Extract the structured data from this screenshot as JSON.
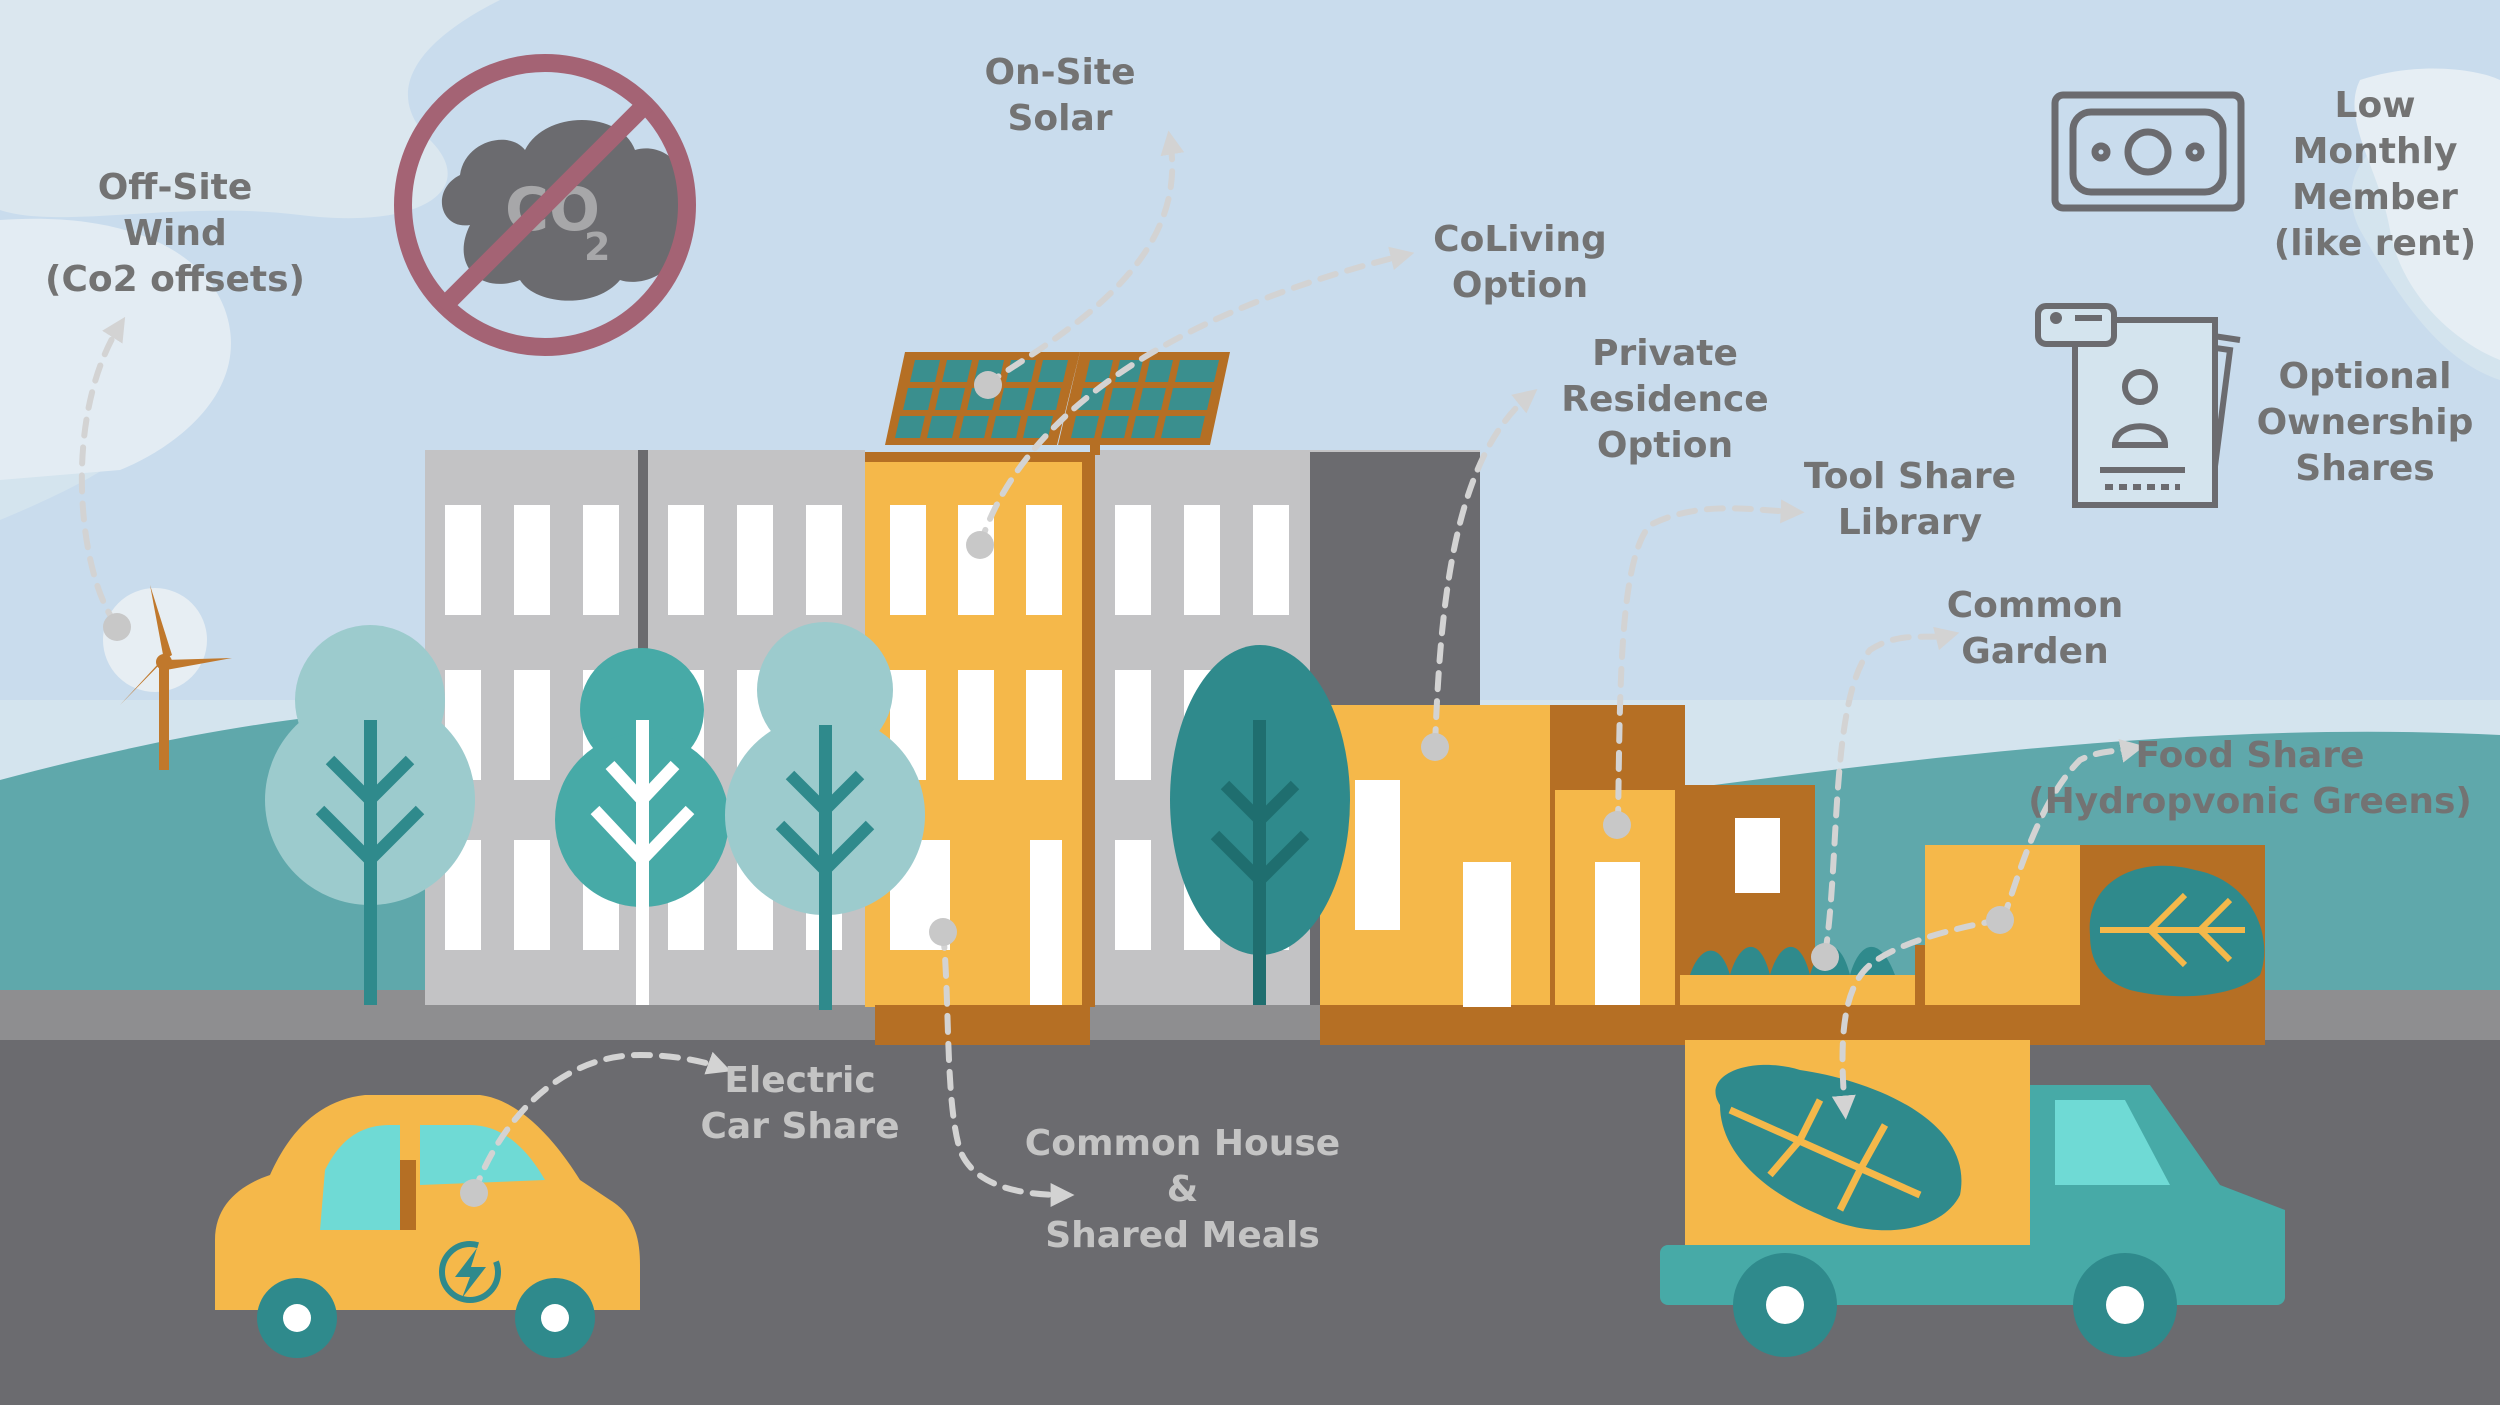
{
  "labels": {
    "off_site_wind": [
      "Off-Site",
      "Wind",
      "(Co2 offsets)"
    ],
    "on_site_solar": [
      "On-Site",
      "Solar"
    ],
    "coliving": [
      "CoLiving",
      "Option"
    ],
    "private_residence": [
      "Private",
      "Residence",
      "Option"
    ],
    "tool_share": [
      "Tool Share",
      "Library"
    ],
    "common_garden": [
      "Common",
      "Garden"
    ],
    "food_share": [
      "Food Share",
      "(Hydropvonic Greens)"
    ],
    "low_monthly": [
      "Low",
      "Monthly",
      "Member",
      "(like rent)"
    ],
    "ownership_shares": [
      "Optional",
      "Ownership",
      "Shares"
    ],
    "electric_car": [
      "Electric",
      "Car Share"
    ],
    "common_house": [
      "Common House",
      "&",
      "Shared Meals"
    ]
  },
  "icons": {
    "co2": "no-co2-icon",
    "co2_symbol": "CO",
    "co2_subscript": "2",
    "money": "money-bill-icon",
    "document": "ownership-document-icon",
    "lightning": "lightning-bolt-icon",
    "lettuce": "lettuce-icon"
  },
  "colors": {
    "sky": "#d4e4ee",
    "hill": "#5fa8ab",
    "road": "#6b6b6f",
    "sidewalk": "#8e8e90",
    "building_gray": "#c3c3c5",
    "building_dark": "#6b6b6f",
    "building_yellow": "#f5b84a",
    "building_brown": "#b56f24",
    "teal_dark": "#2f8a8c",
    "teal_light": "#9ccbcd",
    "truck": "#47aaa7",
    "no_sign": "#a46374",
    "arrow": "#d3d3d3",
    "label_gray": "#737373"
  }
}
